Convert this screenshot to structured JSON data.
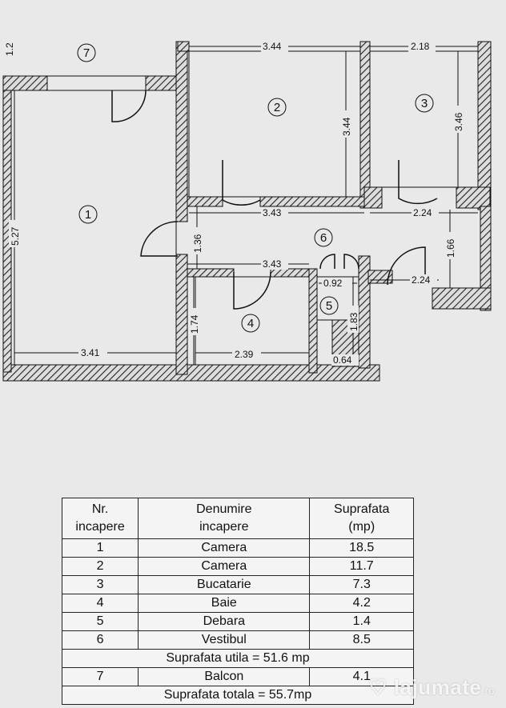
{
  "plan": {
    "room_numbers": [
      "1",
      "2",
      "3",
      "4",
      "5",
      "6",
      "7"
    ],
    "dimensions": {
      "balcony_edge": "1.2",
      "room2_width": "3.44",
      "room3_width": "2.18",
      "room2_height": "3.44",
      "room3_height": "3.46",
      "room1_height": "5.27",
      "room2_bottom": "3.43",
      "room3_bottom": "2.24",
      "hall_height": "1.36",
      "hall_width": "3.43",
      "debara_width": "0.92",
      "hall_right_width": "2.24",
      "kitchen_passage": "1.66",
      "bath_height": "1.74",
      "debara_height": "1.83",
      "room1_width": "3.41",
      "bath_width": "2.39",
      "debara_small": "0.64"
    }
  },
  "table": {
    "headers": [
      "Nr.\nincapere",
      "Denumire\nincapere",
      "Suprafata\n(mp)"
    ],
    "rows": [
      [
        "1",
        "Camera",
        "18.5"
      ],
      [
        "2",
        "Camera",
        "11.7"
      ],
      [
        "3",
        "Bucatarie",
        "7.3"
      ],
      [
        "4",
        "Baie",
        "4.2"
      ],
      [
        "5",
        "Debara",
        "1.4"
      ],
      [
        "6",
        "Vestibul",
        "8.5"
      ]
    ],
    "useful_total": "Suprafata utila = 51.6 mp",
    "balcony_row": [
      "7",
      "Balcon",
      "4.1"
    ],
    "grand_total": "Suprafata totala = 55.7mp"
  },
  "watermark": {
    "brand": "lajumate",
    "tld": ".ro"
  }
}
